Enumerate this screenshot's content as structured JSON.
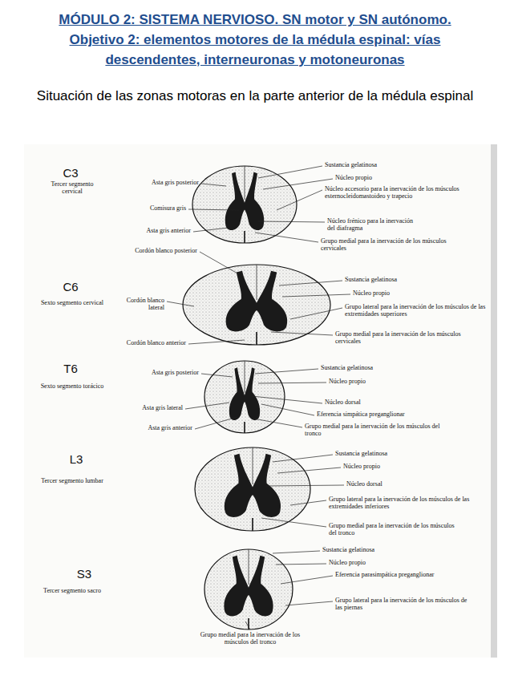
{
  "diagram": {
    "title": "MÓDULO 2: SISTEMA NERVIOSO. SN motor y SN autónomo. Objetivo 2: elementos motores de la médula espinal: vías descendentes, interneuronas y motoneuronas",
    "labels": [
      "Situación de las zonas motoras en la parte anterior de la médula espinal",
      "C3",
      "Tercer segmento cervical",
      "Asta gris posterior",
      "Comisura gris",
      "Asta gris anterior",
      "Cordón blanco posterior",
      "Sustancia gelatinosa",
      "Núcleo propio",
      "Núcleo accesorio para la inervación de los músculos esternocleidomastoideo y trapecio",
      "Núcleo frénico para la inervación del diafragma",
      "Grupo medial para la inervación de los músculos cervicales",
      "C6",
      "Sexto segmento cervical",
      "Cordón blanco lateral",
      "Cordón blanco anterior",
      "Sustancia gelatinosa",
      "Núcleo propio",
      "Grupo lateral para la inervación de los músculos de las extremidades superiores",
      "Grupo medial para la inervación de los músculos cervicales",
      "T6",
      "Sexto segmento torácico",
      "Asta gris posterior",
      "Asta gris lateral",
      "Asta gris anterior",
      "Sustancia gelatinosa",
      "Núcleo propio",
      "Núcleo dorsal",
      "Eferencia simpática preganglionar",
      "Grupo medial para la inervación de los músculos del tronco",
      "L3",
      "Tercer segmento lumbar",
      "Sustancia gelatinosa",
      "Núcleo propio",
      "Núcleo dorsal",
      "Grupo lateral para la inervación de los músculos de las extremidades inferiores",
      "Grupo medial para la inervación de los músculos del tronco",
      "S3",
      "Tercer segmento sacro",
      "Sustancia gelatinosa",
      "Núcleo propio",
      "Eferencia parasimpática preganglionar",
      "Grupo lateral para la inervación de los músculos de las piernas",
      "Grupo medial para la inervación de los músculos del tronco"
    ]
  }
}
